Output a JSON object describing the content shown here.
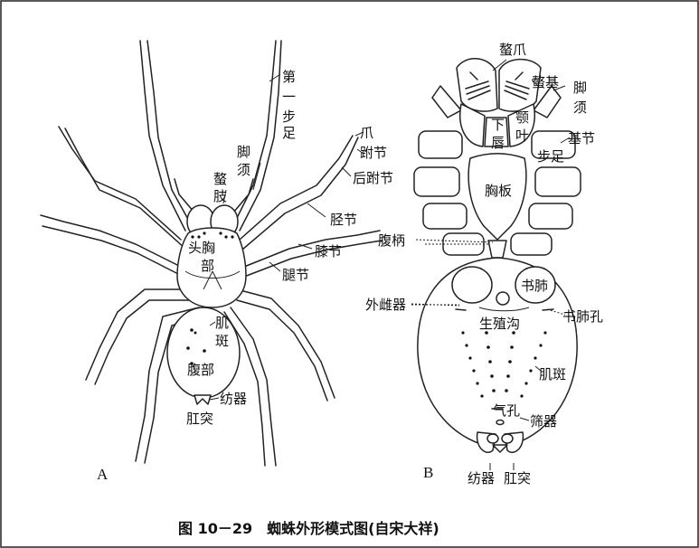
{
  "figure": {
    "caption": "图 10－29　蜘蛛外形模式图(自宋大祥)",
    "panel_a": "A",
    "panel_b": "B"
  },
  "labels_a": {
    "first_leg_1": "第",
    "first_leg_2": "一",
    "first_leg_3": "步",
    "first_leg_4": "足",
    "pedipalp_1": "脚",
    "pedipalp_2": "须",
    "chelicera_1": "螯",
    "chelicera_2": "肢",
    "claw": "爪",
    "tarsus": "跗节",
    "metatarsus": "后跗节",
    "tibia": "胫节",
    "patella": "膝节",
    "femur": "腿节",
    "cephalothorax_1": "头胸",
    "cephalothorax_2": "部",
    "muscle_spot_1": "肌",
    "muscle_spot_2": "斑",
    "abdomen": "腹部",
    "spinnerets": "纺器",
    "anal_tubercle": "肛突"
  },
  "labels_b": {
    "chelicera_claw": "螯爪",
    "chelicera_base": "螯基",
    "pedipalp_1": "脚",
    "pedipalp_2": "须",
    "labium_1": "下",
    "labium_2": "唇",
    "maxilla_1": "颚",
    "maxilla_2": "叶",
    "coxa_1": "基节",
    "coxa_2": "步足",
    "sternum": "胸板",
    "pedicel": "腹柄",
    "book_lung": "书肺",
    "epigynum": "外雌器",
    "book_lung_slit": "书肺孔",
    "genital_groove": "生殖沟",
    "muscle_spot": "肌斑",
    "spiracle": "气孔",
    "cribellum": "筛器",
    "spinnerets": "纺器",
    "anal_tubercle": "肛突"
  }
}
